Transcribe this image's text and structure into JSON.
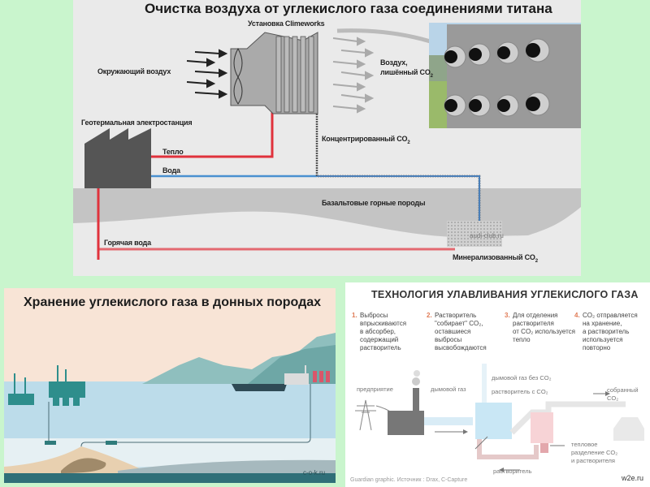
{
  "panel_top": {
    "title": "Очистка воздуха от углекислого газа соединениями титана",
    "labels": {
      "unit": "Установка Climeworks",
      "ambient_air": "Окружающий воздух",
      "clean_air_line1": "Воздух,",
      "clean_air_line2": "лишённый CO",
      "clean_air_sub": "2",
      "plant": "Геотермальная электростанция",
      "heat": "Тепло",
      "water": "Вода",
      "concentrated": "Концентрированный CO",
      "concentrated_sub": "2",
      "basalt": "Базальтовые горные породы",
      "hot_water": "Горячая вода",
      "mineralized": "Минерализованный CO",
      "mineralized_sub": "2",
      "watermark": "audi-club.ru"
    },
    "colors": {
      "heat_pipe": "#e0323c",
      "water_pipe": "#4a90d0",
      "rock": "#c4c4c4",
      "factory": "#555555"
    }
  },
  "panel_left": {
    "title": "Хранение углекислого газа в донных породах",
    "watermark": "c-o-k.ru"
  },
  "panel_right": {
    "title": "ТЕХНОЛОГИЯ УЛАВЛИВАНИЯ УГЛЕКИСЛОГО ГАЗА",
    "steps": [
      {
        "num": "1.",
        "text": "Выбросы\nвпрыскиваются\nв абсорбер,\nсодержащий\nрастворитель"
      },
      {
        "num": "2.",
        "text": "Растворитель\n\"собирает\" CO₂,\nоставшиеся\nвыбросы\nвысвобождаются"
      },
      {
        "num": "3.",
        "text": "Для отделения\nрастворителя\nот CO₂ используется\nтепло"
      },
      {
        "num": "4.",
        "text": "CO₂ отправляется\nна хранение,\nа растворитель\nиспользуется\nповторно"
      }
    ],
    "labels": {
      "enterprise": "предприятие",
      "flue_gas": "дымовой газ",
      "flue_gas_no_co2": "дымовой газ без CO₂",
      "solvent_with_co2": "растворитель с CO₂",
      "collected_co2_line1": "собранный",
      "collected_co2_line2": "CO₂",
      "thermal_sep_line1": "тепловое",
      "thermal_sep_line2": "разделение CO₂",
      "thermal_sep_line3": "и растворителя",
      "solvent": "растворитель",
      "credit": "Guardian graphic.  Источник : Drax, C-Capture",
      "watermark": "w2e.ru"
    }
  }
}
